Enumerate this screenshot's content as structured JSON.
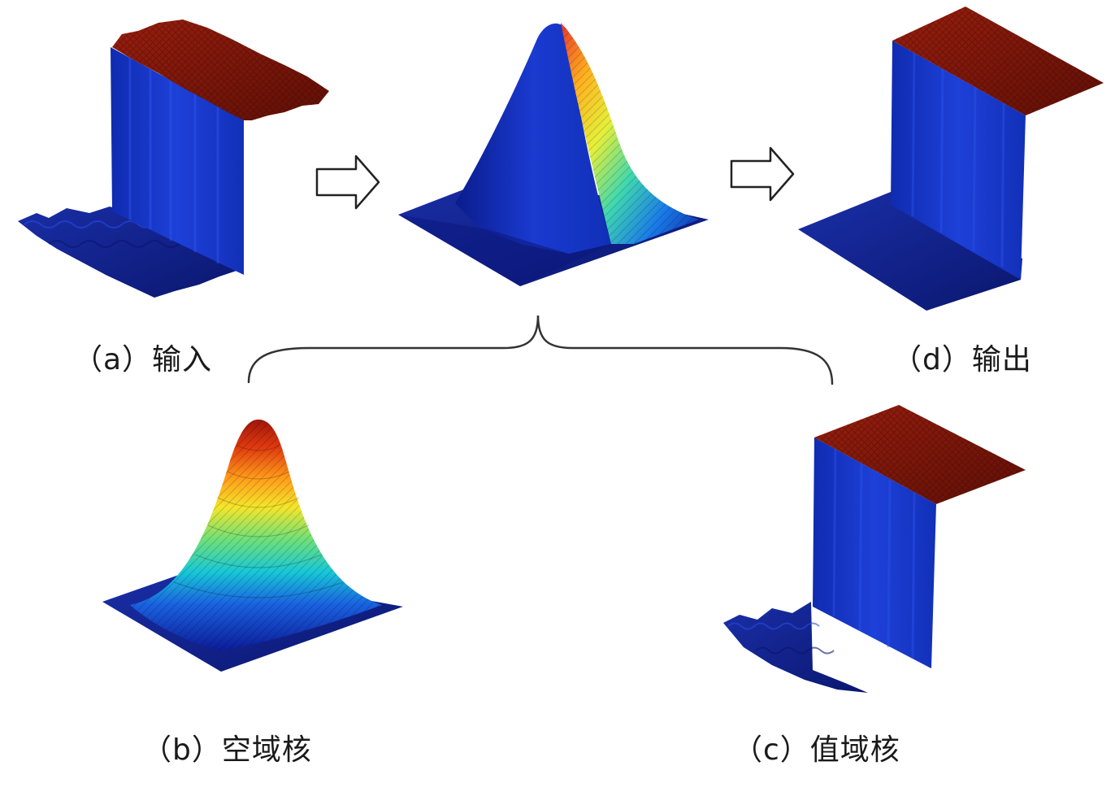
{
  "diagram": {
    "captions": {
      "input": "（a）输入",
      "spatial_kernel": "（b）空域核",
      "range_kernel": "（c）值域核",
      "output": "（d）输出"
    },
    "colors": {
      "surface_blue": "#1535c8",
      "surface_blue_dark": "#0a1a8a",
      "surface_red": "#8a1a0c",
      "surface_red_dark": "#5a0e06",
      "arrow_stroke": "#222222",
      "brace_stroke": "#333333"
    },
    "icons": {
      "arrow": "right-block-arrow",
      "brace": "curly-brace"
    }
  }
}
